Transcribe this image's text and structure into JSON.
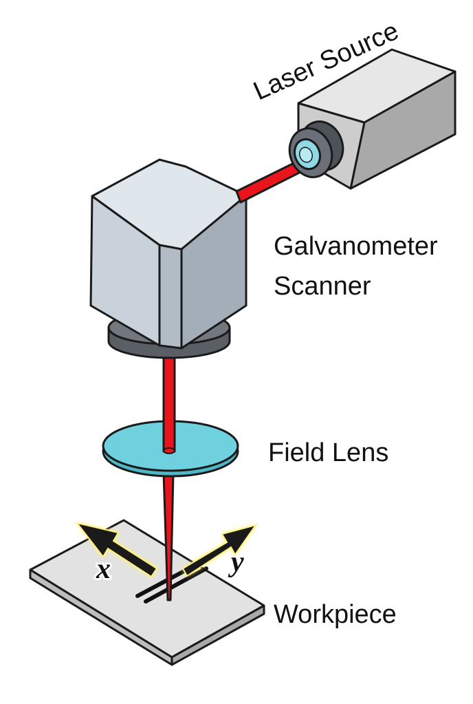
{
  "labels": {
    "laser_source": "Laser Source",
    "scanner_line1": "Galvanometer",
    "scanner_line2": "Scanner",
    "field_lens": "Field Lens",
    "workpiece": "Workpiece",
    "axis_x": "x",
    "axis_y": "y"
  },
  "colors": {
    "beam": "#e8161c",
    "lens": "#6fd0de",
    "housing_light": "#d6dde3",
    "housing_mid": "#bcc6cf",
    "housing_dark": "#a3aeb8",
    "barrel": "#5a5f66",
    "workpiece": "#d8d8d8",
    "arrow_fill": "#1a1a1a",
    "arrow_glow": "#fff27a"
  }
}
